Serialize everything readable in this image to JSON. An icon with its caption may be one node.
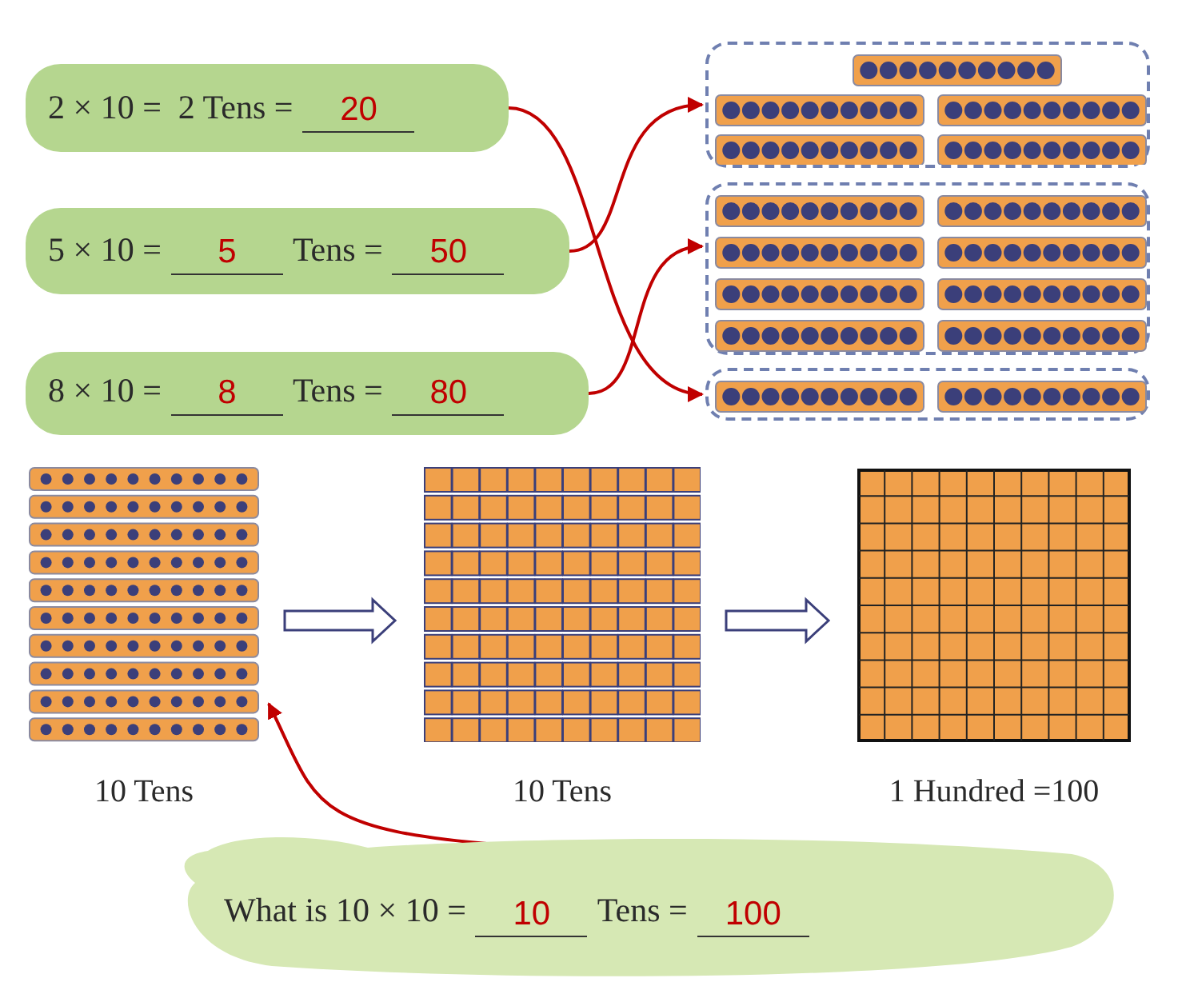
{
  "diagram": {
    "nodes": [
      {
        "text": [
          "2 × 10 =  2 Tens =",
          "20"
        ]
      },
      {
        "text": [
          "5 × 10 =",
          "5",
          "Tens =",
          "50"
        ]
      },
      {
        "text": [
          "8 × 10 =",
          "8",
          "Tens =",
          "80"
        ]
      },
      {
        "text": [],
        "shape": "box"
      },
      {
        "text": [],
        "shape": "box"
      },
      {
        "text": [],
        "shape": "box"
      },
      {
        "text": [],
        "shape": "picture",
        "beside": [
          "10 Tens"
        ]
      },
      {
        "text": [],
        "shape": "picture",
        "beside": [
          "10 Tens"
        ]
      },
      {
        "text": [],
        "shape": "picture",
        "beside": [
          "1 Hundred =100"
        ]
      },
      {
        "text": [
          "What is 10 × 10 =",
          "10",
          "Tens =",
          "100"
        ]
      }
    ],
    "edges": [
      {
        "from": 0,
        "to": 5,
        "arrow": "to"
      },
      {
        "from": 1,
        "to": 3,
        "arrow": "to"
      },
      {
        "from": 2,
        "to": 4,
        "arrow": "to"
      },
      {
        "from": 6,
        "to": 7,
        "arrow": "to",
        "style": "thick",
        "color": "#3b3f7a"
      },
      {
        "from": 7,
        "to": 8,
        "arrow": "to",
        "style": "thick",
        "color": "#3b3f7a"
      },
      {
        "from": 9,
        "to": 6,
        "arrow": "to"
      }
    ]
  }
}
